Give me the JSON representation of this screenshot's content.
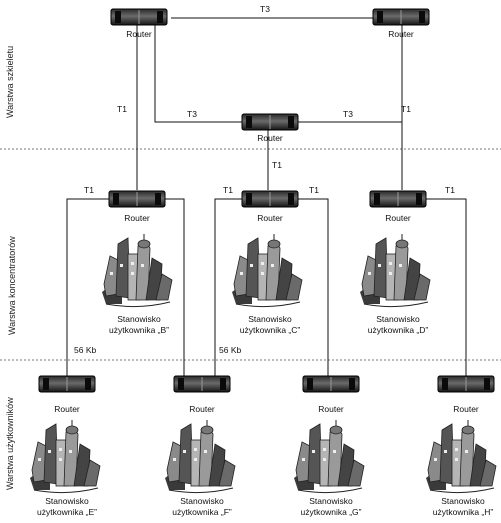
{
  "layers": {
    "backbone": "Warstwa szkieletu",
    "concentrator": "Warstwa koncentratorów",
    "user": "Warstwa użytkowników"
  },
  "router_label": "Router",
  "links": {
    "t3_top": "T3",
    "t3_left": "T3",
    "t3_right": "T3",
    "t1_left_vertical": "T1",
    "t1_center_vertical": "T1",
    "t1_right_vertical": "T1",
    "t1_b": "T1",
    "t1_c_left": "T1",
    "t1_c_right": "T1",
    "t1_d": "T1",
    "kb_b": "56 Kb",
    "kb_c": "56 Kb"
  },
  "stations": {
    "b": [
      "Stanowisko",
      "użytkownika „B”"
    ],
    "c": [
      "Stanowisko",
      "użytkownika „C”"
    ],
    "d": [
      "Stanowisko",
      "użytkownika „D”"
    ],
    "e": [
      "Stanowisko",
      "użytkownika „E”"
    ],
    "f": [
      "Stanowisko",
      "użytkownika „F”"
    ],
    "g": [
      "Stanowisko",
      "użytkownika „G”"
    ],
    "h": [
      "Stanowisko",
      "użytkownika „H”"
    ]
  }
}
